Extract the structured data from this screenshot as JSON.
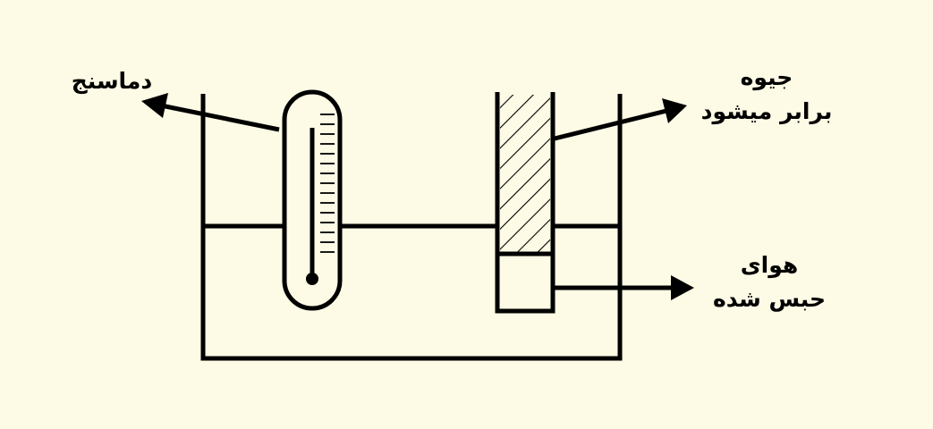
{
  "labels": {
    "thermometer": "دماسنج",
    "mercury_line1": "جیوه",
    "mercury_line2": "برابر میشود",
    "air_line1": "هوای",
    "air_line2": "حبس شده"
  },
  "colors": {
    "background": "#fdfae5",
    "stroke": "#000000"
  }
}
